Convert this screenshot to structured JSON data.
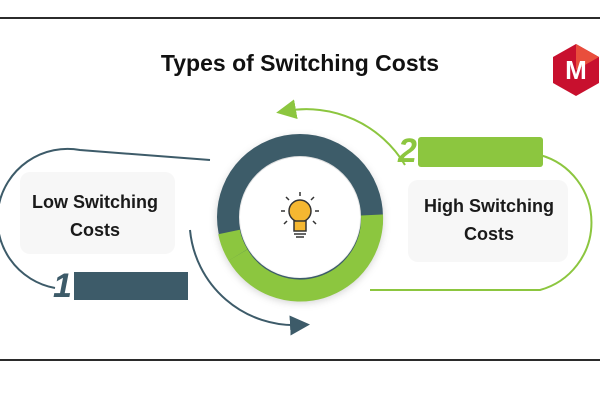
{
  "title": "Types of Switching Costs",
  "logo": {
    "letter": "M",
    "color": "#c8102e",
    "accent": "#e94e3c"
  },
  "items": [
    {
      "number": "1",
      "line1": "Low Switching",
      "line2": "Costs",
      "color": "#3d5b69"
    },
    {
      "number": "2",
      "line1": "High Switching",
      "line2": "Costs",
      "color": "#8cc63f"
    }
  ],
  "center": {
    "icon": "lightbulb-icon",
    "ring_colors": [
      "#3d5b69",
      "#8cc63f"
    ]
  }
}
